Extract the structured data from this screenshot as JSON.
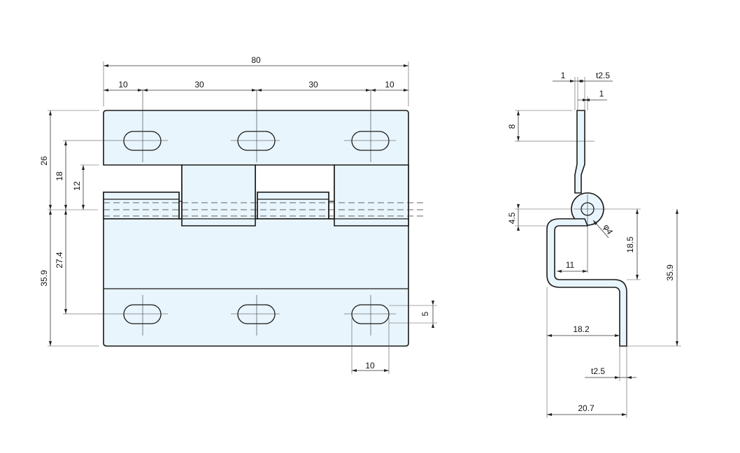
{
  "front_view": {
    "dimensions": {
      "overall_width": "80",
      "left_margin": "10",
      "left_pitch": "30",
      "right_pitch": "30",
      "right_margin": "10",
      "upper_leaf_height": "26",
      "slot_to_axis": "18",
      "knuckle_half": "12",
      "lower_slot_to_axis": "27.4",
      "lower_leaf_height": "35.9",
      "slot_width": "5",
      "slot_length": "10"
    }
  },
  "side_view": {
    "dimensions": {
      "thickness_top": "t2.5",
      "gap_left": "1",
      "gap_right": "1",
      "slot_depth": "8",
      "axis_offset": "4.5",
      "pin_diameter": "φ4",
      "offset_11": "11",
      "height_18_5": "18.5",
      "height_35_9": "35.9",
      "width_18_2": "18.2",
      "thickness_bottom": "t2.5",
      "overall_20_7": "20.7"
    }
  }
}
